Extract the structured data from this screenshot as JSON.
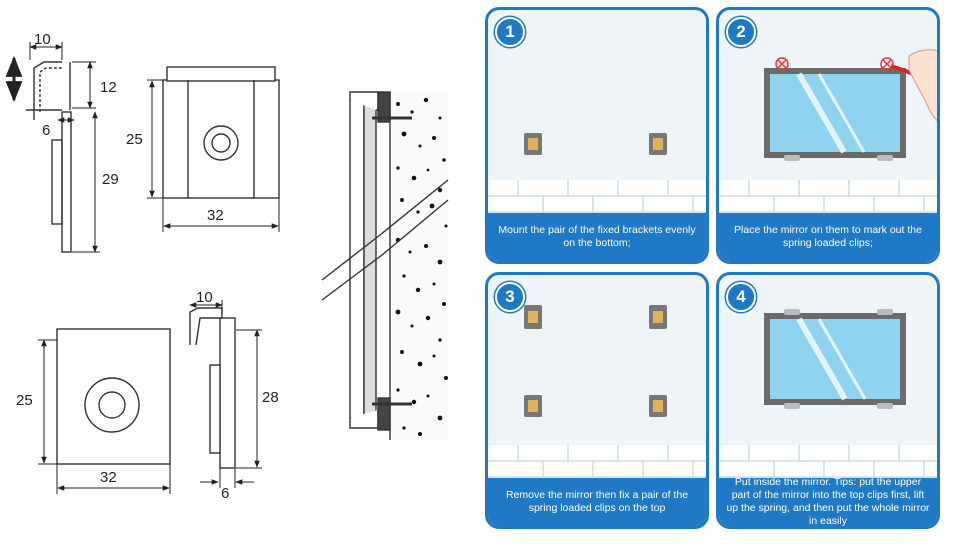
{
  "dimensions": {
    "top_clip_width": "10",
    "top_clip_height": "12",
    "top_clip_depth": "6",
    "top_clip_total": "29",
    "top_plate_height": "25",
    "top_plate_width": "32",
    "bottom_plate_height": "25",
    "bottom_plate_width": "32",
    "bottom_clip_width": "10",
    "bottom_clip_total": "28",
    "bottom_clip_depth": "6"
  },
  "steps": [
    {
      "number": "1",
      "caption": "Mount the pair of the fixed brackets evenly on the bottom;"
    },
    {
      "number": "2",
      "caption": "Place the mirror on them to mark out the spring loaded clips;"
    },
    {
      "number": "3",
      "caption": "Remove the mirror then fix a pair of the spring loaded clips on the top"
    },
    {
      "number": "4",
      "caption": "Put inside the mirror. Tips: put the upper part of the mirror into the top clips first, lift up the spring, and then put the whole mirror in easily"
    }
  ],
  "colors": {
    "accent": "#1f79c4",
    "mirror": "#8fd3f0",
    "frame": "#6b6b6b"
  }
}
